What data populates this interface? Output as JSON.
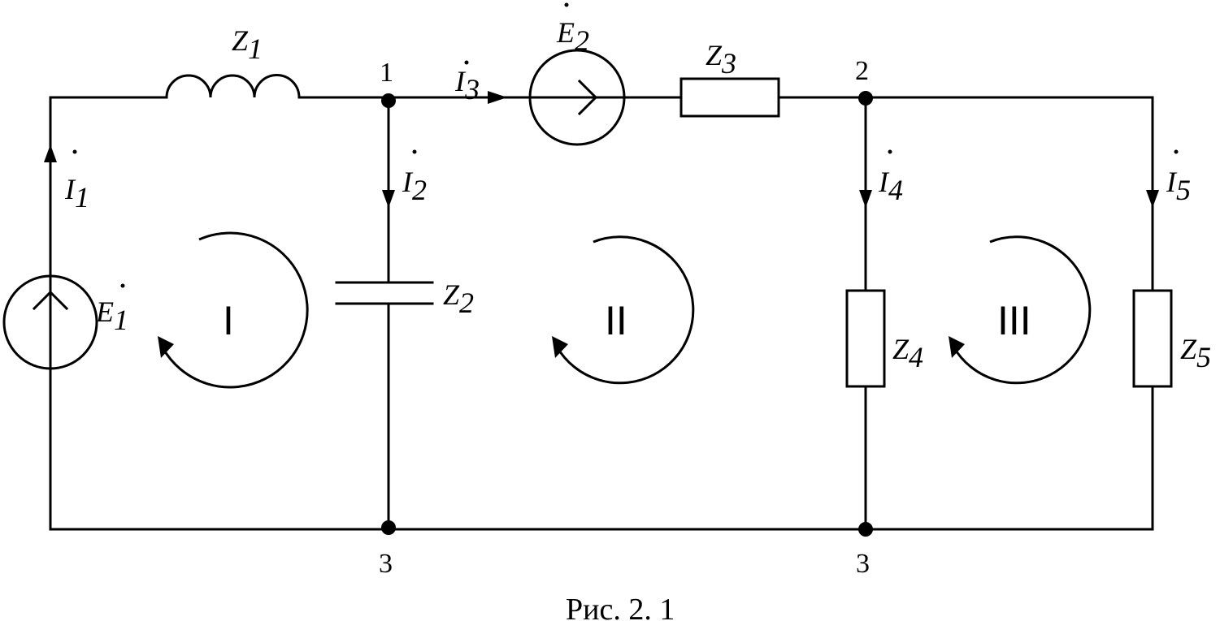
{
  "labels": {
    "z1": "Z1",
    "z2": "Z2",
    "z3": "Z3",
    "z4": "Z4",
    "z5": "Z5",
    "e1": "E1",
    "e2": "E2",
    "i1": "I1",
    "i2": "I2",
    "i3": "I3",
    "i4": "I4",
    "i5": "I5"
  },
  "nodes": {
    "n1": "1",
    "n2": "2",
    "n3_left": "3",
    "n3_right": "3"
  },
  "meshes": {
    "m1": "I",
    "m2": "II",
    "m3": "III"
  },
  "caption": "Рис. 2. 1"
}
